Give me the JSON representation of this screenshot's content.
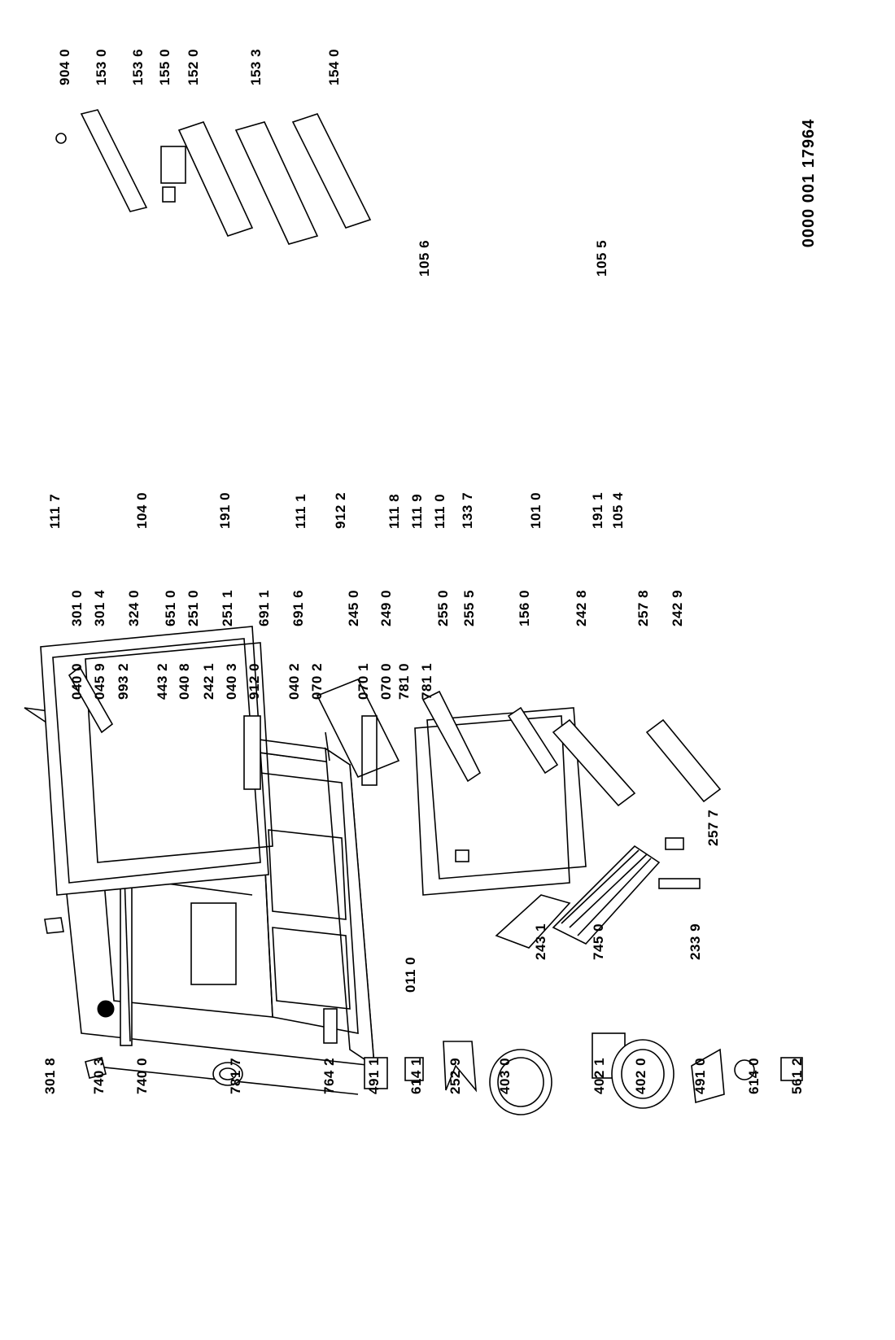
{
  "diagram_code": "0000 001 17964",
  "labels": {
    "p3018": "301 8",
    "p7403": "740 3",
    "p7400": "740 0",
    "p7817": "781 7",
    "p7642": "764 2",
    "p4911": "491 1",
    "p6141": "614 1",
    "p2529": "252 9",
    "p4030": "403 0",
    "p4021": "402 1",
    "p4020": "402 0",
    "p4910": "491 0",
    "p6140": "614 0",
    "p5612": "561 2",
    "p0110": "011 0",
    "p2431": "243 1",
    "p7450": "745 0",
    "p2339": "233 9",
    "p2577": "257 7",
    "p0400": "040 0",
    "p0459": "045 9",
    "p9932": "993 2",
    "p4432": "443 2",
    "p0408": "040 8",
    "p2421": "242 1",
    "p0403": "040 3",
    "p9120a": "912 0",
    "p0402": "040 2",
    "p0702": "070 2",
    "p0701": "070 1",
    "p0700": "070 0",
    "p7810": "781 0",
    "p7811": "781 1",
    "p3010": "301 0",
    "p3014": "301 4",
    "p3240": "324 0",
    "p6510": "651 0",
    "p2510": "251 0",
    "p2511": "251 1",
    "p6911": "691 1",
    "p6916": "691 6",
    "p2450": "245 0",
    "p2490": "249 0",
    "p2550": "255 0",
    "p2555": "255 5",
    "p1560": "156 0",
    "p2428": "242 8",
    "p2578": "257 8",
    "p2429": "242 9",
    "p1117": "111 7",
    "p1040": "104 0",
    "p1910": "191 0",
    "p1111": "111 1",
    "p9122": "912 2",
    "p1118": "111 8",
    "p1119": "111 9",
    "p1110": "111 0",
    "p1337": "133 7",
    "p1010": "101 0",
    "p1911": "191 1",
    "p1054": "105 4",
    "p1056": "105 6",
    "p1055": "105 5",
    "p9040": "904 0",
    "p1530": "153 0",
    "p1536": "153 6",
    "p1550": "155 0",
    "p1520": "152 0",
    "p1533": "153 3",
    "p1540": "154 0"
  }
}
